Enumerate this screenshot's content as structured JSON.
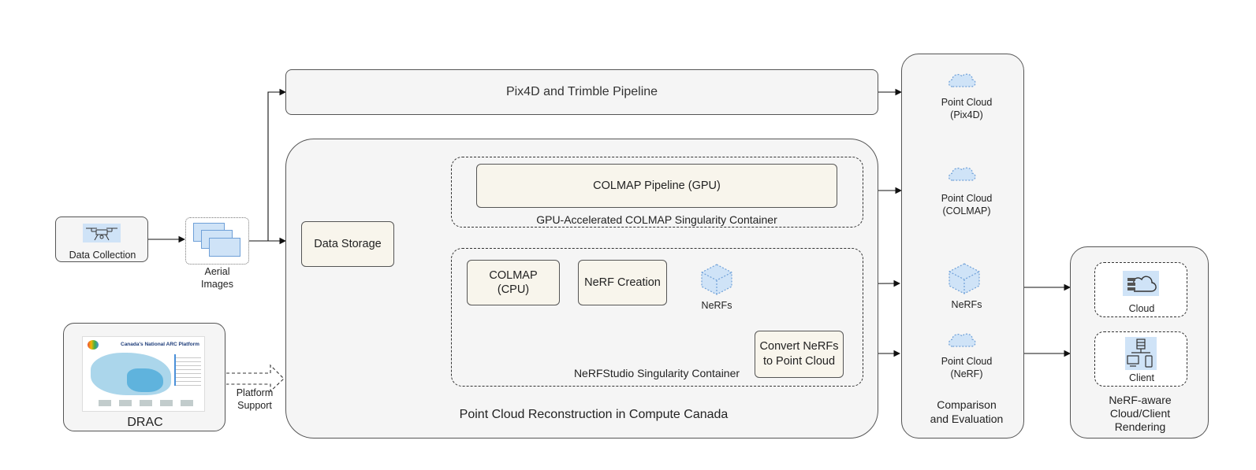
{
  "nodes": {
    "data_collection": "Data Collection",
    "aerial_images": "Aerial\nImages",
    "drac": "DRAC",
    "drac_map_title": "Canada's National ARC Platform",
    "platform_support": "Platform\nSupport",
    "pix4d_pipeline": "Pix4D and Trimble Pipeline",
    "data_storage": "Data Storage",
    "colmap_gpu": "COLMAP Pipeline (GPU)",
    "gpu_container": "GPU-Accelerated COLMAP Singularity Container",
    "colmap_cpu": "COLMAP\n(CPU)",
    "nerf_creation": "NeRF Creation",
    "nerfs": "NeRFs",
    "convert": "Convert NeRFs\nto Point Cloud",
    "nerfstudio_container": "NeRFStudio Singularity Container",
    "compute_canada": "Point Cloud Reconstruction in Compute Canada",
    "pc_pix4d": "Point Cloud\n(Pix4D)",
    "pc_colmap": "Point Cloud\n(COLMAP)",
    "nerfs_out": "NeRFs",
    "pc_nerf": "Point Cloud\n(NeRF)",
    "comparison": "Comparison\nand Evaluation",
    "cloud": "Cloud",
    "client": "Client",
    "rendering": "NeRF-aware\nCloud/Client\nRendering"
  },
  "colors": {
    "stroke": "#333333",
    "container_fill": "#f5f5f5",
    "process_fill": "#f8f5ec",
    "icon_blue": "#cfe3f7",
    "icon_stroke": "#6fa0d8"
  }
}
